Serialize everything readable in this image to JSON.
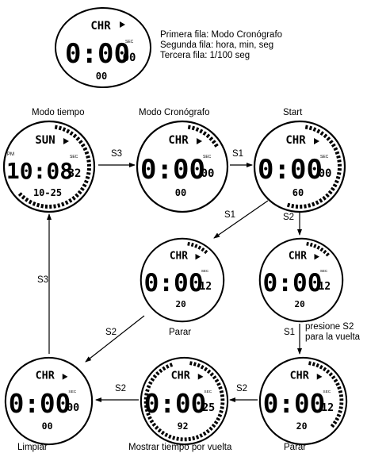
{
  "legend": {
    "line1": "Primera fila: Modo Cronógrafo",
    "line2": "Segunda fila: hora, min, seg",
    "line3": "Tercera fila: 1/100 seg"
  },
  "watch_common": {
    "sec_label": "SEC",
    "pm_label": "PM"
  },
  "watches": {
    "legend": {
      "row1": "CHR",
      "time": "0:00",
      "secs": "00",
      "row3": "00"
    },
    "time_mode": {
      "label": "Modo tiempo",
      "row1": "SUN",
      "time": "10:08",
      "secs": "32",
      "row3": "10-25"
    },
    "chrono_mode": {
      "label": "Modo Cronógrafo",
      "row1": "CHR",
      "time": "0:00",
      "secs": "00",
      "row3": "00"
    },
    "start": {
      "label": "Start",
      "row1": "CHR",
      "time": "0:00",
      "secs": "00",
      "row3": "60"
    },
    "stop1": {
      "label": "Parar",
      "row1": "CHR",
      "time": "0:00",
      "secs": "12",
      "row3": "20"
    },
    "lap_run": {
      "label": "",
      "row1": "CHR",
      "time": "0:00",
      "secs": "12",
      "row3": "20"
    },
    "clear": {
      "label": "Limpiar",
      "row1": "CHR",
      "time": "0:00",
      "secs": "00",
      "row3": "00"
    },
    "lap_show": {
      "label": "Mostrar tiempo por vuelta",
      "row1": "CHR",
      "time": "0:00",
      "secs": "25",
      "row3": "92"
    },
    "stop2": {
      "label": "Parar",
      "row1": "CHR",
      "time": "0:00",
      "secs": "12",
      "row3": "20"
    }
  },
  "arrows": {
    "s3_top": "S3",
    "s1_top": "S1",
    "s1_diag": "S1",
    "s2_right": "S2",
    "s3_left": "S3",
    "s2_diag": "S2",
    "s1_right": "S1",
    "lap_note_1": "presione S2",
    "lap_note_2": "para la vuelta",
    "s2_bottom_right": "S2",
    "s2_bottom_left": "S2"
  }
}
